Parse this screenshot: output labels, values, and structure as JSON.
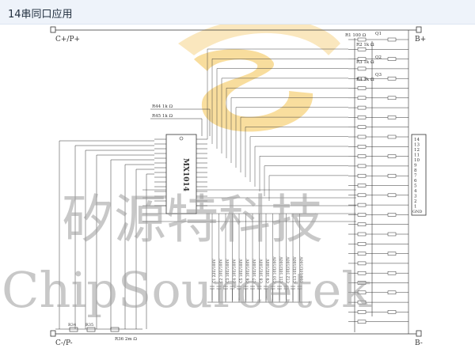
{
  "header": {
    "title": "14串同口应用"
  },
  "schematic": {
    "terminals": {
      "c_plus": "C+/P+",
      "c_minus": "C-/P-",
      "b_plus": "B+",
      "b_minus": "B-"
    },
    "chip": {
      "name": "MX1014"
    },
    "watermark": {
      "cn": "矽源特科技",
      "en": "ChipSourcetek"
    },
    "resistor_labels": {
      "r44": "R44 1k Ω",
      "r45": "R45 1k Ω",
      "r1": "R1 100 Ω",
      "r2": "R2 1k Ω",
      "r3": "R3 1k Ω",
      "r4": "R4 1k Ω"
    },
    "transistor_labels": {
      "q1": "Q1",
      "q2": "Q2",
      "q3": "Q3"
    },
    "connector_labels": [
      "14",
      "13",
      "12",
      "11",
      "10",
      "9",
      "8",
      "7",
      "6",
      "5",
      "4",
      "3",
      "2",
      "1",
      "GND"
    ],
    "capacitor_labels": [
      "C1 22U/100V",
      "C2 10U/100V",
      "C3 10U/100V",
      "C4 10U/100V",
      "C5 10U/100V",
      "C6 10U/100V",
      "C7 10U/100V",
      "C8 10U/100V",
      "C9 10U/100V",
      "C10 10U/100V",
      "C11 10U/100V",
      "C12 10U/100V",
      "C13 10U/100V",
      "C14 10U/100V"
    ],
    "bottom_labels": {
      "r36": "R36 2m Ω",
      "r34": "R34",
      "r35": "R35"
    }
  }
}
